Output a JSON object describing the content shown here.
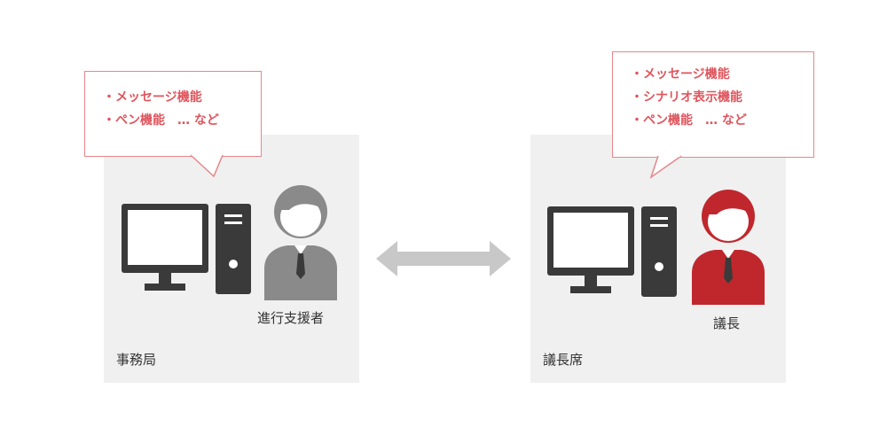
{
  "left": {
    "panel_label": "事務局",
    "person_label": "進行支援者",
    "bubble_items": [
      "メッセージ機能",
      "ペン機能　… など"
    ]
  },
  "right": {
    "panel_label": "議長席",
    "person_label": "議長",
    "bubble_items": [
      "メッセージ機能",
      "シナリオ表示機能",
      "ペン機能　… など"
    ]
  },
  "colors": {
    "bubble_text": "#e0555d",
    "bubble_border": "#e6868a",
    "panel_bg": "#f0f0f0",
    "computer": "#3a3a3a",
    "person_support": "#8a8a8a",
    "person_chair": "#c0272d",
    "arrow": "#c8c8c8"
  },
  "icons": [
    "computer-icon",
    "person-icon",
    "double-arrow-icon"
  ]
}
